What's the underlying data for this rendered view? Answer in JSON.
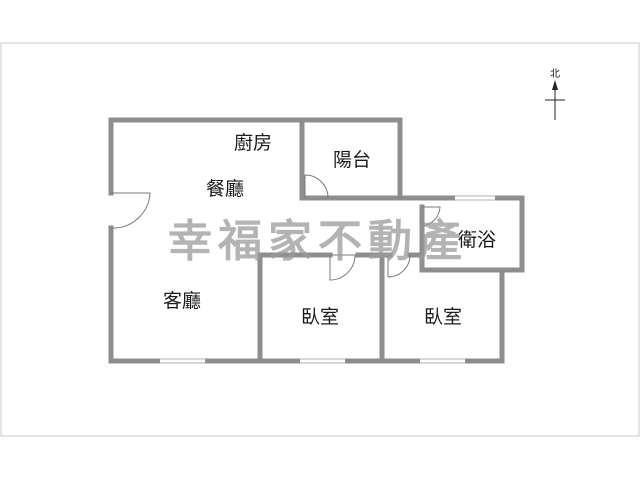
{
  "north": {
    "label": "北",
    "icon": "north-arrow-icon"
  },
  "rooms": {
    "kitchen": "廚房",
    "dining": "餐廳",
    "balcony": "陽台",
    "bathroom": "衛浴",
    "living": "客廳",
    "bedroom_1": "臥室",
    "bedroom_2": "臥室"
  },
  "watermark": "幸福家不動產",
  "colors": {
    "wall": "#8e8e8e",
    "frame": "#c8c8c8",
    "watermark": "#9a9a9a"
  }
}
